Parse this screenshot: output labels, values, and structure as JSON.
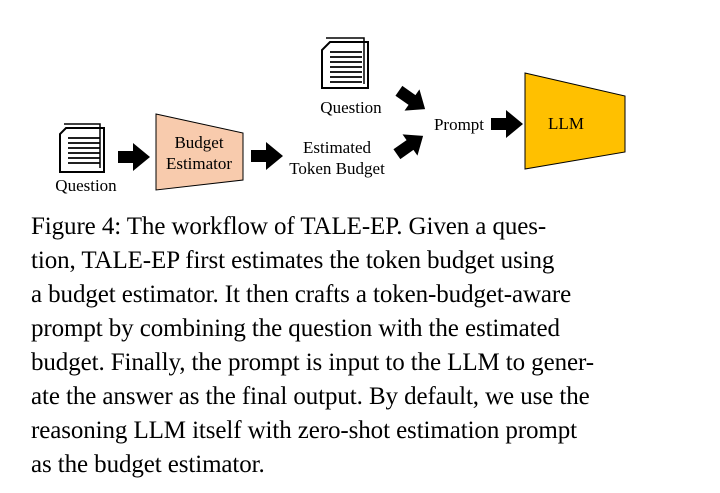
{
  "diagram": {
    "question_top_label": "Question",
    "question_left_label": "Question",
    "budget_estimator_line1": "Budget",
    "budget_estimator_line2": "Estimator",
    "estimated_budget_line1": "Estimated",
    "estimated_budget_line2": "Token Budget",
    "prompt_label": "Prompt",
    "llm_label": "LLM",
    "colors": {
      "budget_estimator_fill": "#F8CBAD",
      "llm_fill": "#FFC000",
      "outline": "#000000"
    },
    "icons": [
      "document-icon",
      "arrow-right-icon",
      "arrow-diagonal-icon"
    ]
  },
  "caption": {
    "lines": [
      "Figure 4: The workflow of TALE-EP. Given a ques-",
      "tion, TALE-EP first estimates the token budget using",
      "a budget estimator. It then crafts a token-budget-aware",
      "prompt by combining the question with the estimated",
      "budget. Finally, the prompt is input to the LLM to gener-",
      "ate the answer as the final output. By default, we use the",
      "reasoning LLM itself with zero-shot estimation prompt",
      "as the budget estimator."
    ]
  }
}
